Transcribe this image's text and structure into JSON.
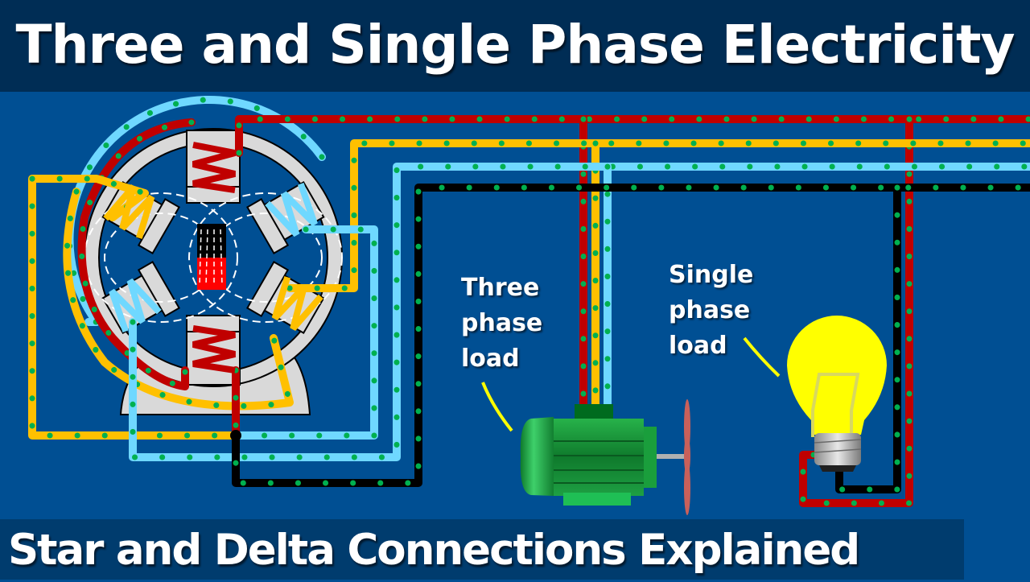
{
  "header": {
    "title": "Three and Single Phase Electricity"
  },
  "footer": {
    "subtitle": "Star and Delta Connections Explained"
  },
  "labels": {
    "three_phase": [
      "Three",
      "phase",
      "load"
    ],
    "single_phase": [
      "Single",
      "phase",
      "load"
    ]
  },
  "colors": {
    "background": "#004f93",
    "title_bar": "#002d55",
    "phase_red": "#c00000",
    "phase_yellow": "#ffc000",
    "phase_blue": "#6fd8ff",
    "neutral_black": "#000000",
    "electron_dot": "#00b050",
    "stator": "#d9d9d9",
    "motor_green": "#1a9e3c",
    "bulb_yellow": "#ffff00"
  },
  "components": {
    "generator": "three-phase-generator",
    "motor": "three-phase-motor",
    "fan": "motor-fan",
    "bulb": "light-bulb"
  }
}
